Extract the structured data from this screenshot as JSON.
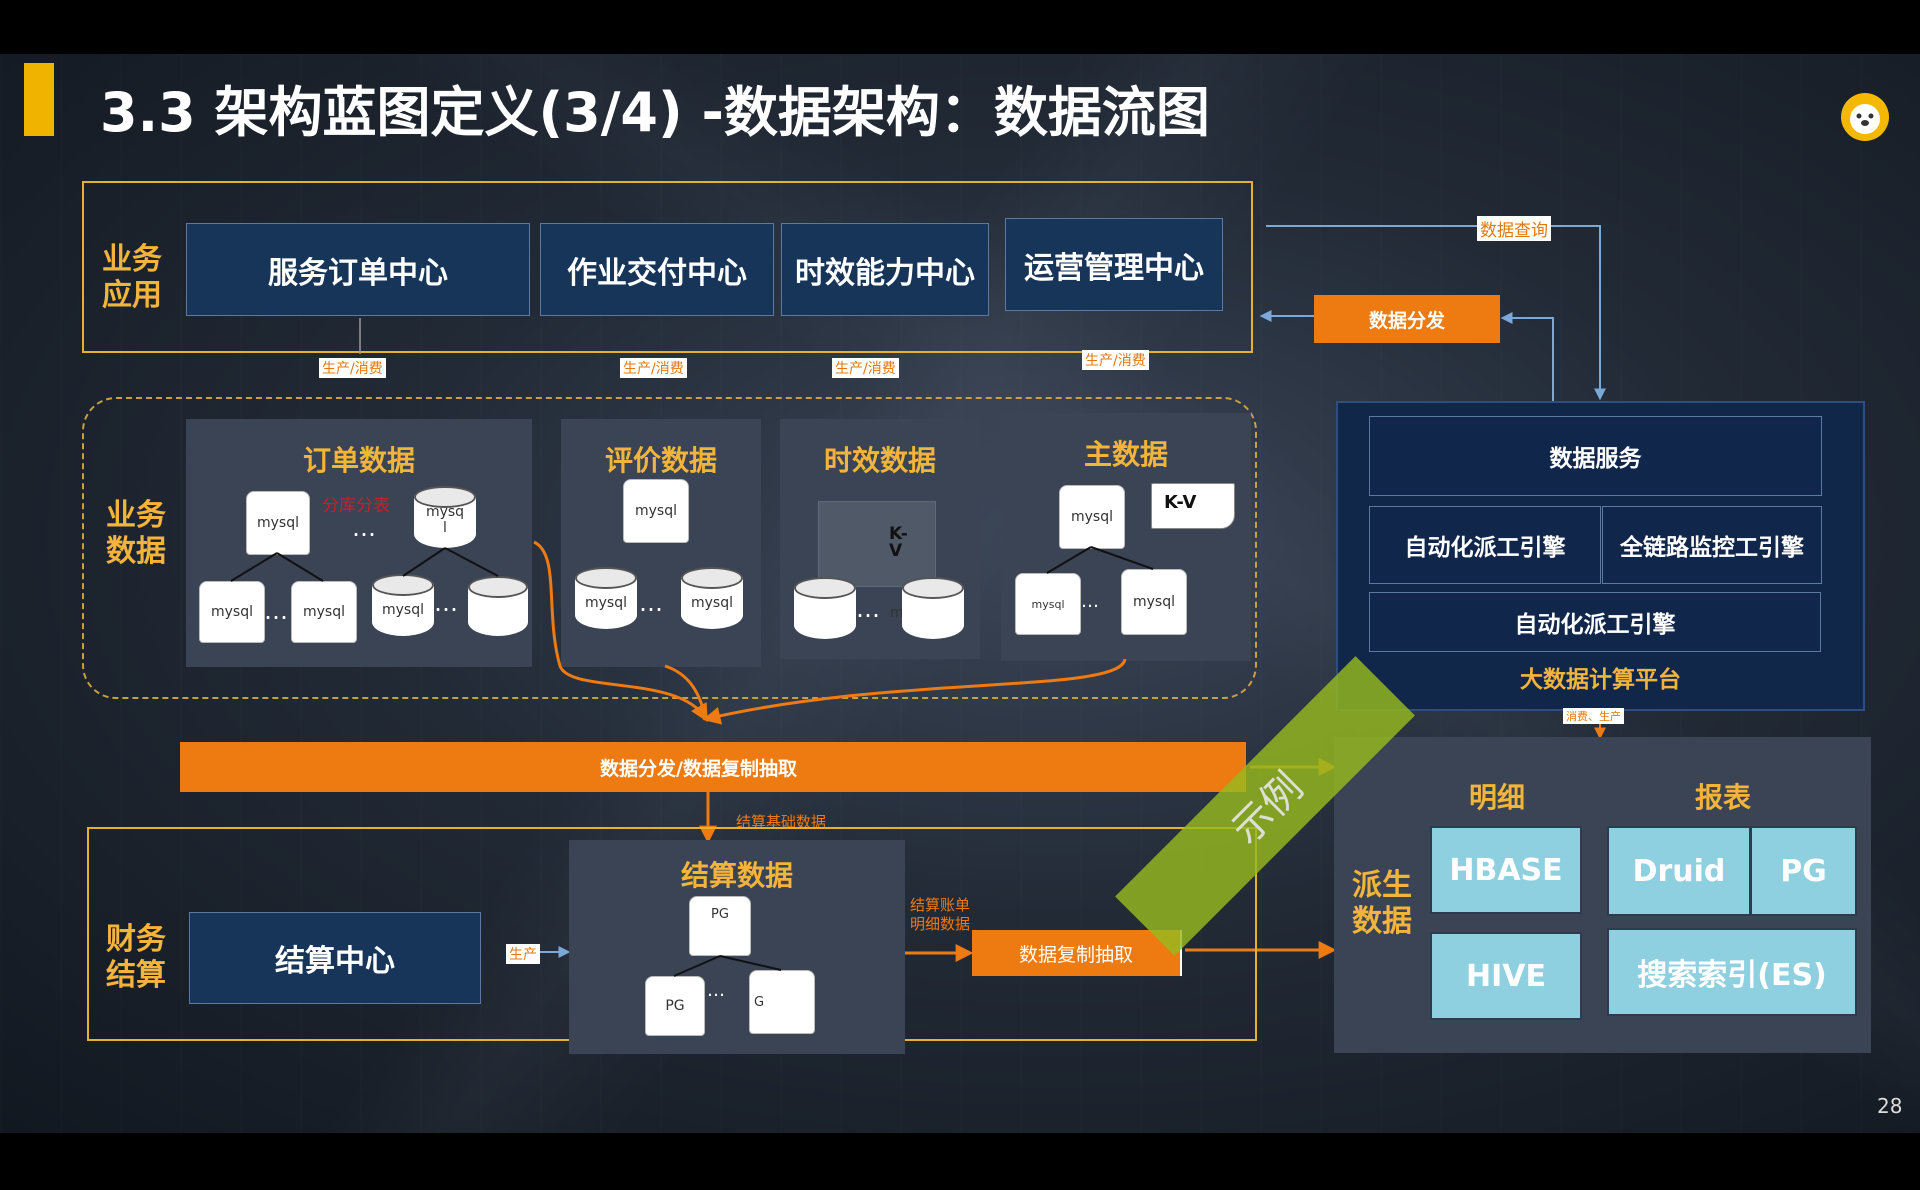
{
  "title": "3.3 架构蓝图定义(3/4) -数据架构：数据流图",
  "page_number": "28",
  "watermark": "示例",
  "sections": {
    "biz_app": "业务\n应用",
    "biz_data": "业务\n数据",
    "finance": "财务\n结算",
    "derived": "派生\n数据"
  },
  "apps": [
    "服务订单中心",
    "作业交付中心",
    "时效能力中心",
    "运营管理中心"
  ],
  "prod_consume": "生产/消费",
  "data_panels": {
    "order": "订单数据",
    "review": "评价数据",
    "timeliness": "时效数据",
    "master": "主数据",
    "settlement": "结算数据"
  },
  "db": {
    "mysql": "mysql",
    "mysq_l": "mysq\nl",
    "kv_a": "K-\nV",
    "kv_b": "K-V",
    "pg": "PG",
    "pg_cut": "G",
    "m_cut": "m",
    "ellipsis": "…",
    "shard_note": "分库分表"
  },
  "flows": {
    "dist_extract": "数据分发/数据复制抽取",
    "settle_basic": "结算基础数据",
    "produce": "生产",
    "settle_bill": "结算账单\n明细数据",
    "data_copy": "数据复制抽取",
    "data_query": "数据查询",
    "data_dist": "数据分发",
    "consume_produce": "消费、生产"
  },
  "settle_center": "结算中心",
  "platform": {
    "data_service": "数据服务",
    "auto_dispatch_1": "自动化派工引擎",
    "monitor": "全链路监控工引擎",
    "auto_dispatch_2": "自动化派工引擎",
    "name": "大数据计算平台"
  },
  "derived": {
    "detail": "明细",
    "report": "报表",
    "hbase": "HBASE",
    "hive": "HIVE",
    "druid": "Druid",
    "pg": "PG",
    "es": "搜索索引(ES)"
  }
}
